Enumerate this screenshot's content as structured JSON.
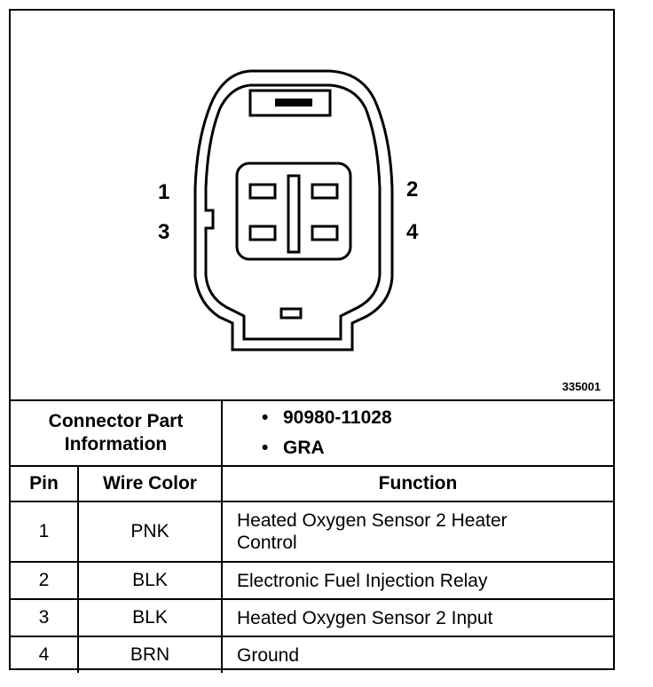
{
  "diagram": {
    "figure_id": "335001",
    "pin_labels": {
      "p1": "1",
      "p2": "2",
      "p3": "3",
      "p4": "4"
    }
  },
  "connector": {
    "label_line1": "Connector Part",
    "label_line2": "Information",
    "bullet": "•",
    "info": [
      "90980-11028",
      "GRA"
    ]
  },
  "table": {
    "headers": {
      "pin": "Pin",
      "wire_color": "Wire Color",
      "function": "Function"
    },
    "rows": [
      {
        "pin": "1",
        "wire_color": "PNK",
        "function_line1": "Heated Oxygen Sensor 2 Heater",
        "function_line2": "Control"
      },
      {
        "pin": "2",
        "wire_color": "BLK",
        "function_line1": "Electronic Fuel Injection Relay"
      },
      {
        "pin": "3",
        "wire_color": "BLK",
        "function_line1": "Heated Oxygen Sensor 2 Input"
      },
      {
        "pin": "4",
        "wire_color": "BRN",
        "function_line1": "Ground"
      }
    ]
  }
}
